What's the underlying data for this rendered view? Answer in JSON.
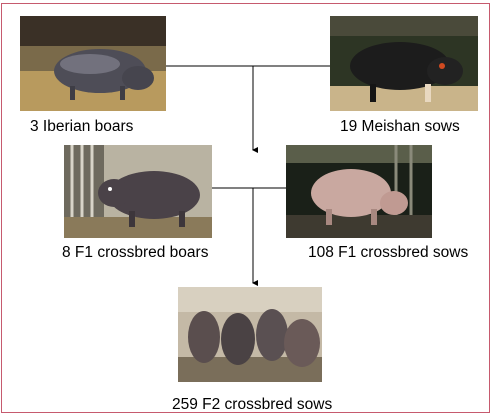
{
  "nodes": {
    "iberian": {
      "label": "3 Iberian boars",
      "image": "pig-photo-iberian-boar"
    },
    "meishan": {
      "label": "19 Meishan sows",
      "image": "pig-photo-meishan-sow"
    },
    "f1_boars": {
      "label": "8 F1 crossbred boars",
      "image": "pig-photo-f1-boar"
    },
    "f1_sows": {
      "label": "108 F1 crossbred sows",
      "image": "pig-photo-f1-sow"
    },
    "f2_sows": {
      "label": "259 F2 crossbred sows",
      "image": "pig-photo-f2-sows"
    }
  },
  "edges": [
    {
      "from": [
        "iberian",
        "meishan"
      ],
      "to": "f1_boars",
      "arrow": true
    },
    {
      "from": [
        "f1_boars",
        "f1_sows"
      ],
      "to": "f2_sows",
      "arrow": true
    }
  ],
  "colors": {
    "frame": "#c65a6e",
    "connector": "#000000"
  }
}
